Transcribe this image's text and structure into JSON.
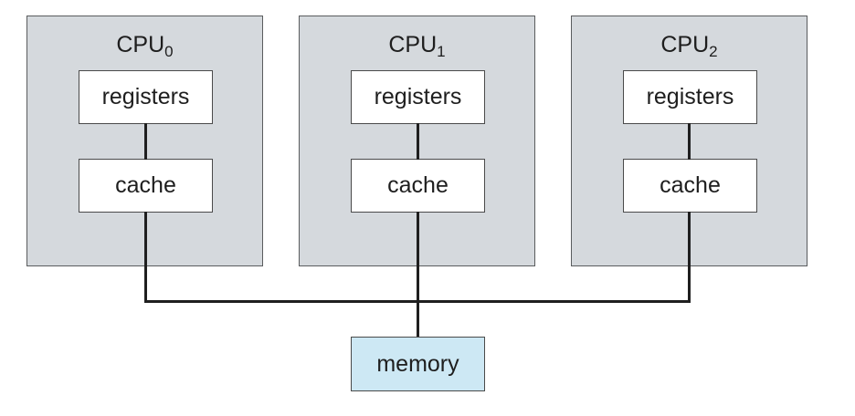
{
  "diagram": {
    "type": "symmetric multiprocessing architecture",
    "cpus": [
      {
        "label": "CPU",
        "subscript": "0",
        "registers_label": "registers",
        "cache_label": "cache"
      },
      {
        "label": "CPU",
        "subscript": "1",
        "registers_label": "registers",
        "cache_label": "cache"
      },
      {
        "label": "CPU",
        "subscript": "2",
        "registers_label": "registers",
        "cache_label": "cache"
      }
    ],
    "memory_label": "memory",
    "colors": {
      "cpu_fill": "#d5d9dd",
      "box_fill": "#ffffff",
      "memory_fill": "#cde8f4",
      "line": "#1f1f1f"
    },
    "connections": [
      {
        "from": "CPU0.registers",
        "to": "CPU0.cache"
      },
      {
        "from": "CPU1.registers",
        "to": "CPU1.cache"
      },
      {
        "from": "CPU2.registers",
        "to": "CPU2.cache"
      },
      {
        "from": "CPU0.cache",
        "to": "bus"
      },
      {
        "from": "CPU1.cache",
        "to": "bus"
      },
      {
        "from": "CPU2.cache",
        "to": "bus"
      },
      {
        "from": "bus",
        "to": "memory"
      }
    ]
  }
}
